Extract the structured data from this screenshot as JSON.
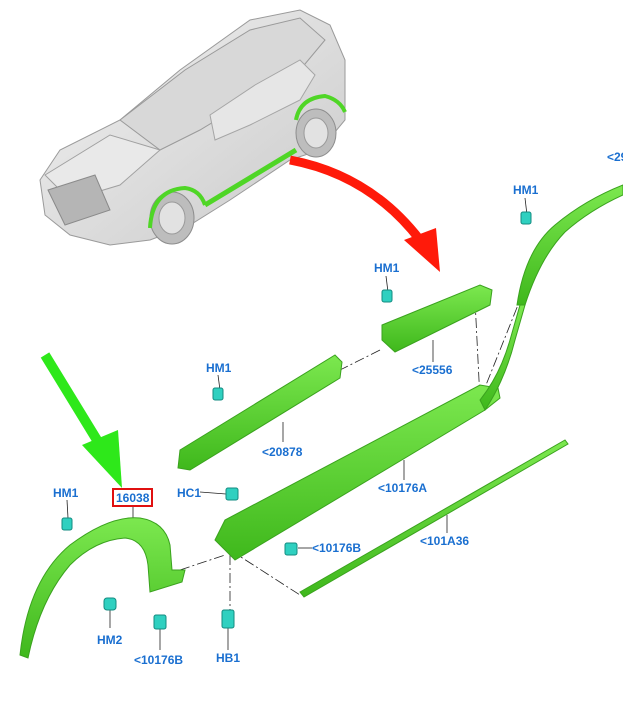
{
  "labels": {
    "hm1_top_right": "HM1",
    "cut_top_right": "<29",
    "hm1_mid": "HM1",
    "part_25556": "<25556",
    "hm1_left": "HM1",
    "part_20878": "<20878",
    "hm1_far_left": "HM1",
    "part_16038": "16038",
    "hc1": "HC1",
    "part_10176A": "<10176A",
    "part_10176B_right": "<10176B",
    "part_101A36": "<101A36",
    "hm2": "HM2",
    "part_10176B_left": "<10176B",
    "hb1": "HB1"
  },
  "colors": {
    "label": "#1a6fd0",
    "part_fill": "#5fd83a",
    "part_edge": "#3aa21e",
    "clip": "#2fd0c0",
    "red_arrow": "#ff1a0a",
    "green_arrow": "#2ee81a",
    "highlight_box": "#e01010"
  }
}
